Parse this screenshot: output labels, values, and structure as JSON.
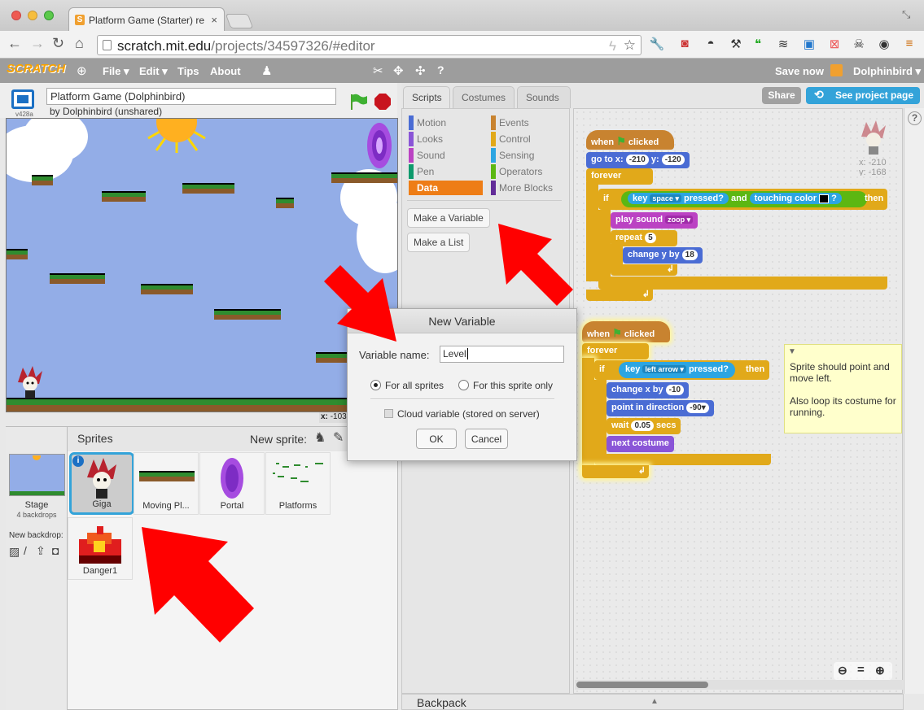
{
  "browser": {
    "tab_title": "Platform Game (Starter) re",
    "url_host": "scratch.mit.edu",
    "url_path": "/projects/34597326/#editor",
    "back_icon": "arrow-left-icon",
    "forward_icon": "arrow-right-icon"
  },
  "menubar": {
    "logo": "SCRATCH",
    "items": [
      "File ▾",
      "Edit ▾",
      "Tips",
      "About"
    ],
    "save_now": "Save now",
    "user": "Dolphinbird ▾"
  },
  "stage": {
    "project_title": "Platform Game (Dolphinbird)",
    "author": "by Dolphinbird (unshared)",
    "version": "v428a",
    "coords_label": "x:",
    "coords_value": "-103"
  },
  "sprites": {
    "header": "Sprites",
    "new_sprite": "New sprite:",
    "stage_label": "Stage",
    "stage_backdrops": "4 backdrops",
    "new_backdrop": "New backdrop:",
    "items": [
      "Giga",
      "Moving Pl...",
      "Portal",
      "Platforms",
      "Danger1"
    ]
  },
  "tabs": [
    "Scripts",
    "Costumes",
    "Sounds"
  ],
  "buttons": {
    "share": "Share",
    "see_project": "See project page"
  },
  "categories": {
    "left": [
      "Motion",
      "Looks",
      "Sound",
      "Pen",
      "Data"
    ],
    "right": [
      "Events",
      "Control",
      "Sensing",
      "Operators",
      "More Blocks"
    ],
    "colors": {
      "Motion": "#4a6cd4",
      "Looks": "#8a55d7",
      "Sound": "#bb42c3",
      "Pen": "#0e9a6c",
      "Data": "#ee7d16",
      "Events": "#c88330",
      "Control": "#e1a91a",
      "Sensing": "#2ca5e2",
      "Operators": "#5cb712",
      "More Blocks": "#632d99"
    }
  },
  "palette": {
    "make_variable": "Make a Variable",
    "make_list": "Make a List"
  },
  "sprite_info": {
    "x": "x: -210",
    "y": "y: -168"
  },
  "script1": {
    "when": "when",
    "clicked": "clicked",
    "goto": "go to x:",
    "goto_x": "-210",
    "goto_y_label": "y:",
    "goto_y": "-120",
    "forever": "forever",
    "if": "if",
    "key": "key",
    "key_val": "space ▾",
    "pressed": "pressed?",
    "and": "and",
    "touching_color": "touching color",
    "q": "?",
    "then": "then",
    "play_sound": "play sound",
    "sound_val": "zoop ▾",
    "repeat": "repeat",
    "repeat_val": "5",
    "change_y": "change y by",
    "change_y_val": "18"
  },
  "script2": {
    "when": "when",
    "clicked": "clicked",
    "forever": "forever",
    "if": "if",
    "key": "key",
    "key_val": "left arrow ▾",
    "pressed": "pressed?",
    "then": "then",
    "change_x": "change x by",
    "change_x_val": "-10",
    "point_dir": "point in direction",
    "dir_val": "-90▾",
    "wait": "wait",
    "wait_val": "0.05",
    "secs": "secs",
    "next_costume": "next costume"
  },
  "note": {
    "line1": "Sprite should point and move left.",
    "line2": "Also loop its costume for running."
  },
  "dialog": {
    "title": "New Variable",
    "name_label": "Variable name:",
    "name_value": "Level",
    "for_all": "For all sprites",
    "for_this": "For this sprite only",
    "cloud": "Cloud variable (stored on server)",
    "ok": "OK",
    "cancel": "Cancel"
  },
  "backpack": "Backpack"
}
